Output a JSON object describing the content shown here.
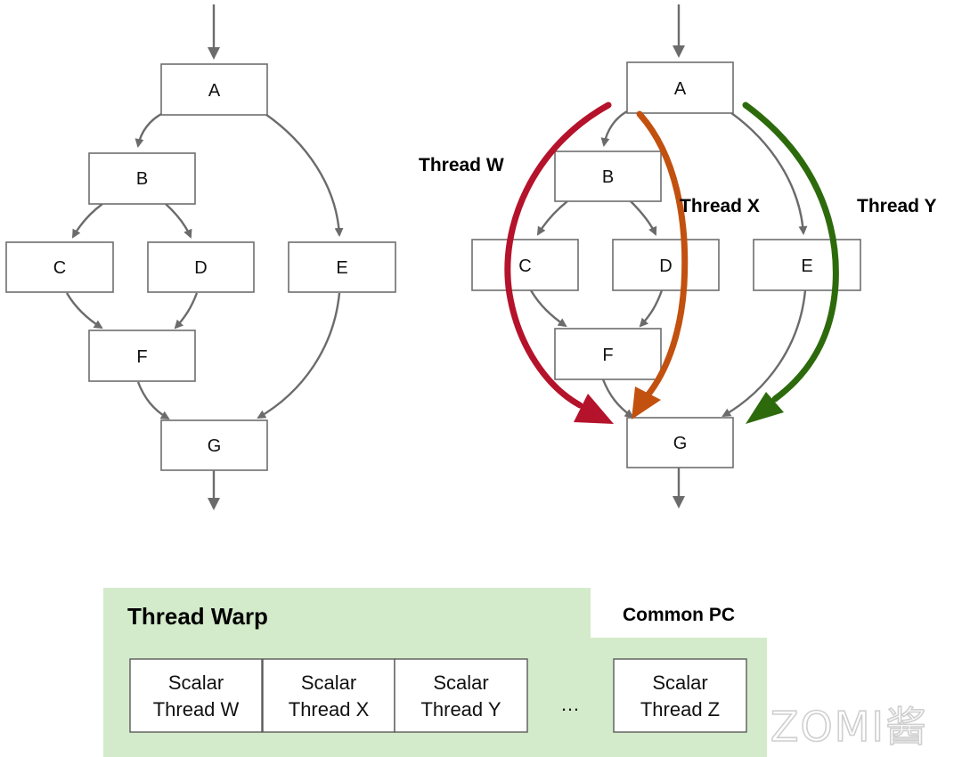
{
  "left_graph": {
    "nodes": [
      {
        "id": "A",
        "label": "A"
      },
      {
        "id": "B",
        "label": "B"
      },
      {
        "id": "C",
        "label": "C"
      },
      {
        "id": "D",
        "label": "D"
      },
      {
        "id": "E",
        "label": "E"
      },
      {
        "id": "F",
        "label": "F"
      },
      {
        "id": "G",
        "label": "G"
      }
    ]
  },
  "right_graph": {
    "nodes": [
      {
        "id": "A",
        "label": "A"
      },
      {
        "id": "B",
        "label": "B"
      },
      {
        "id": "C",
        "label": "C"
      },
      {
        "id": "D",
        "label": "D"
      },
      {
        "id": "E",
        "label": "E"
      },
      {
        "id": "F",
        "label": "F"
      },
      {
        "id": "G",
        "label": "G"
      }
    ],
    "threads": [
      {
        "name": "Thread W",
        "color": "#b5122c"
      },
      {
        "name": "Thread X",
        "color": "#c2500f"
      },
      {
        "name": "Thread Y",
        "color": "#2d6a0c"
      }
    ]
  },
  "edges": [
    {
      "from": "A",
      "to": "B"
    },
    {
      "from": "A",
      "to": "E"
    },
    {
      "from": "B",
      "to": "C"
    },
    {
      "from": "B",
      "to": "D"
    },
    {
      "from": "C",
      "to": "F"
    },
    {
      "from": "D",
      "to": "F"
    },
    {
      "from": "F",
      "to": "G"
    },
    {
      "from": "E",
      "to": "G"
    }
  ],
  "warp": {
    "title": "Thread Warp",
    "pc_label": "Common PC",
    "background": "#d4ebcb",
    "lanes": [
      {
        "line1": "Scalar",
        "line2": "Thread W"
      },
      {
        "line1": "Scalar",
        "line2": "Thread X"
      },
      {
        "line1": "Scalar",
        "line2": "Thread Y"
      }
    ],
    "ellipsis": "…",
    "last_lane": {
      "line1": "Scalar",
      "line2": "Thread Z"
    }
  },
  "watermark": "ZOMI酱"
}
